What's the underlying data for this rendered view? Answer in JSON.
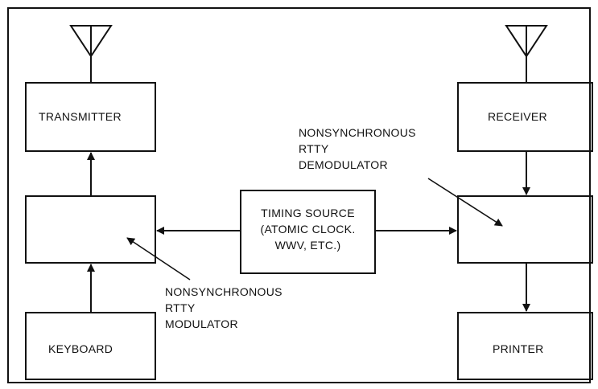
{
  "blocks": {
    "transmitter": "TRANSMITTER",
    "receiver": "RECEIVER",
    "keyboard": "KEYBOARD",
    "printer": "PRINTER",
    "timing_source": {
      "line1": "TIMING SOURCE",
      "line2": "(ATOMIC CLOCK.",
      "line3": "WWV, ETC.)"
    }
  },
  "annotations": {
    "demodulator": {
      "line1": "NONSYNCHRONOUS",
      "line2": "RTTY",
      "line3": "DEMODULATOR"
    },
    "modulator": {
      "line1": "NONSYNCHRONOUS",
      "line2": "RTTY",
      "line3": "MODULATOR"
    }
  }
}
